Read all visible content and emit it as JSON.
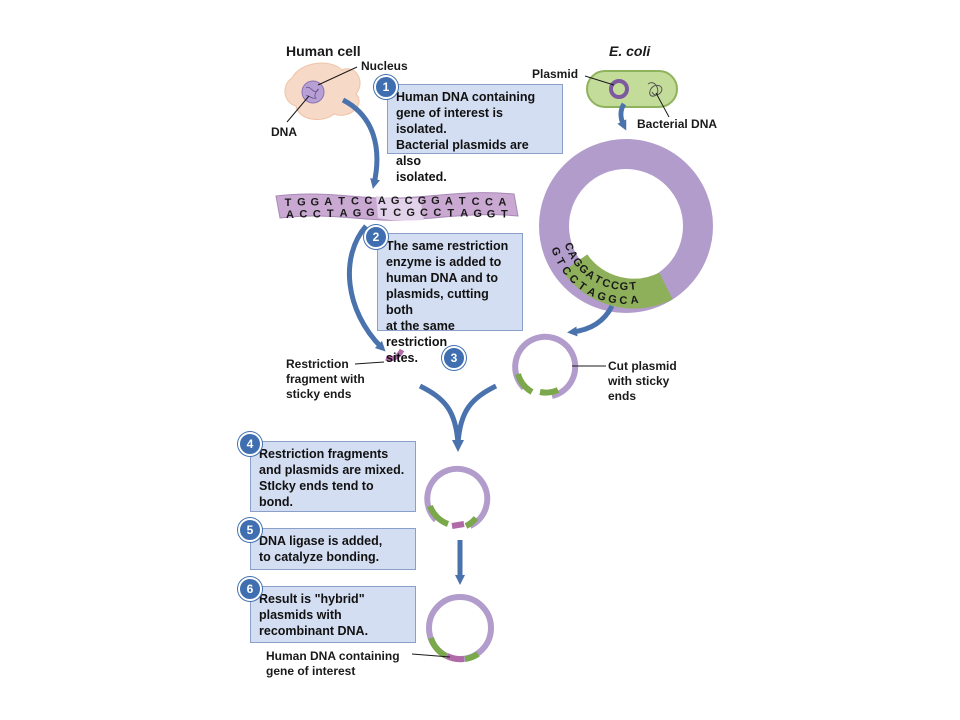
{
  "labels": {
    "human_cell": "Human cell",
    "nucleus": "Nucleus",
    "dna": "DNA",
    "ecoli": "E. coli",
    "plasmid": "Plasmid",
    "bacterial_dna": "Bacterial DNA",
    "restriction_fragment": [
      "Restriction",
      "fragment with",
      "sticky ends"
    ],
    "cut_plasmid": [
      "Cut plasmid",
      "with sticky",
      "ends"
    ],
    "human_dna_gene": [
      "Human DNA containing",
      "gene of interest"
    ]
  },
  "steps": [
    {
      "num": "1",
      "lines": [
        "Human DNA containing",
        "gene of interest is isolated.",
        "Bacterial plasmids are also",
        "isolated."
      ]
    },
    {
      "num": "2",
      "lines": [
        "The same restriction",
        "enzyme is added to",
        "human DNA and to",
        "plasmids, cutting both",
        "at the same restriction",
        "sites."
      ]
    },
    {
      "num": "3",
      "lines": []
    },
    {
      "num": "4",
      "lines": [
        "Restriction fragments",
        "and plasmids are mixed.",
        "StIcky ends tend to",
        "bond."
      ]
    },
    {
      "num": "5",
      "lines": [
        "DNA ligase is added,",
        "to catalyze bonding."
      ]
    },
    {
      "num": "6",
      "lines": [
        "Result is \"hybrid\"",
        "plasmids with",
        "recombinant DNA."
      ]
    }
  ],
  "sequences": {
    "human_top": [
      "T",
      "G",
      "G",
      "A",
      "T",
      "C",
      "C",
      "A",
      "G",
      "C",
      "G",
      "G",
      "A",
      "T",
      "C",
      "C",
      "A"
    ],
    "human_bottom": [
      "A",
      "C",
      "C",
      "T",
      "A",
      "G",
      "G",
      "T",
      "C",
      "G",
      "C",
      "C",
      "T",
      "A",
      "G",
      "G",
      "T"
    ],
    "plasmid_outer": [
      "C",
      "A",
      "G",
      "G",
      "A",
      "T",
      "C",
      "C",
      "G",
      "T"
    ],
    "plasmid_inner": [
      "G",
      "T",
      "C",
      "C",
      "T",
      "A",
      "G",
      "G",
      "C",
      "A"
    ]
  },
  "colors": {
    "purple": "#a48ac0",
    "purple_light": "#d6c6e2",
    "purple_dark": "#7d5aa0",
    "magenta": "#b06aa8",
    "green": "#7ba84a",
    "arrow": "#4a72ad",
    "box_fill": "#d4def2",
    "cell": "#f6d9c6"
  }
}
